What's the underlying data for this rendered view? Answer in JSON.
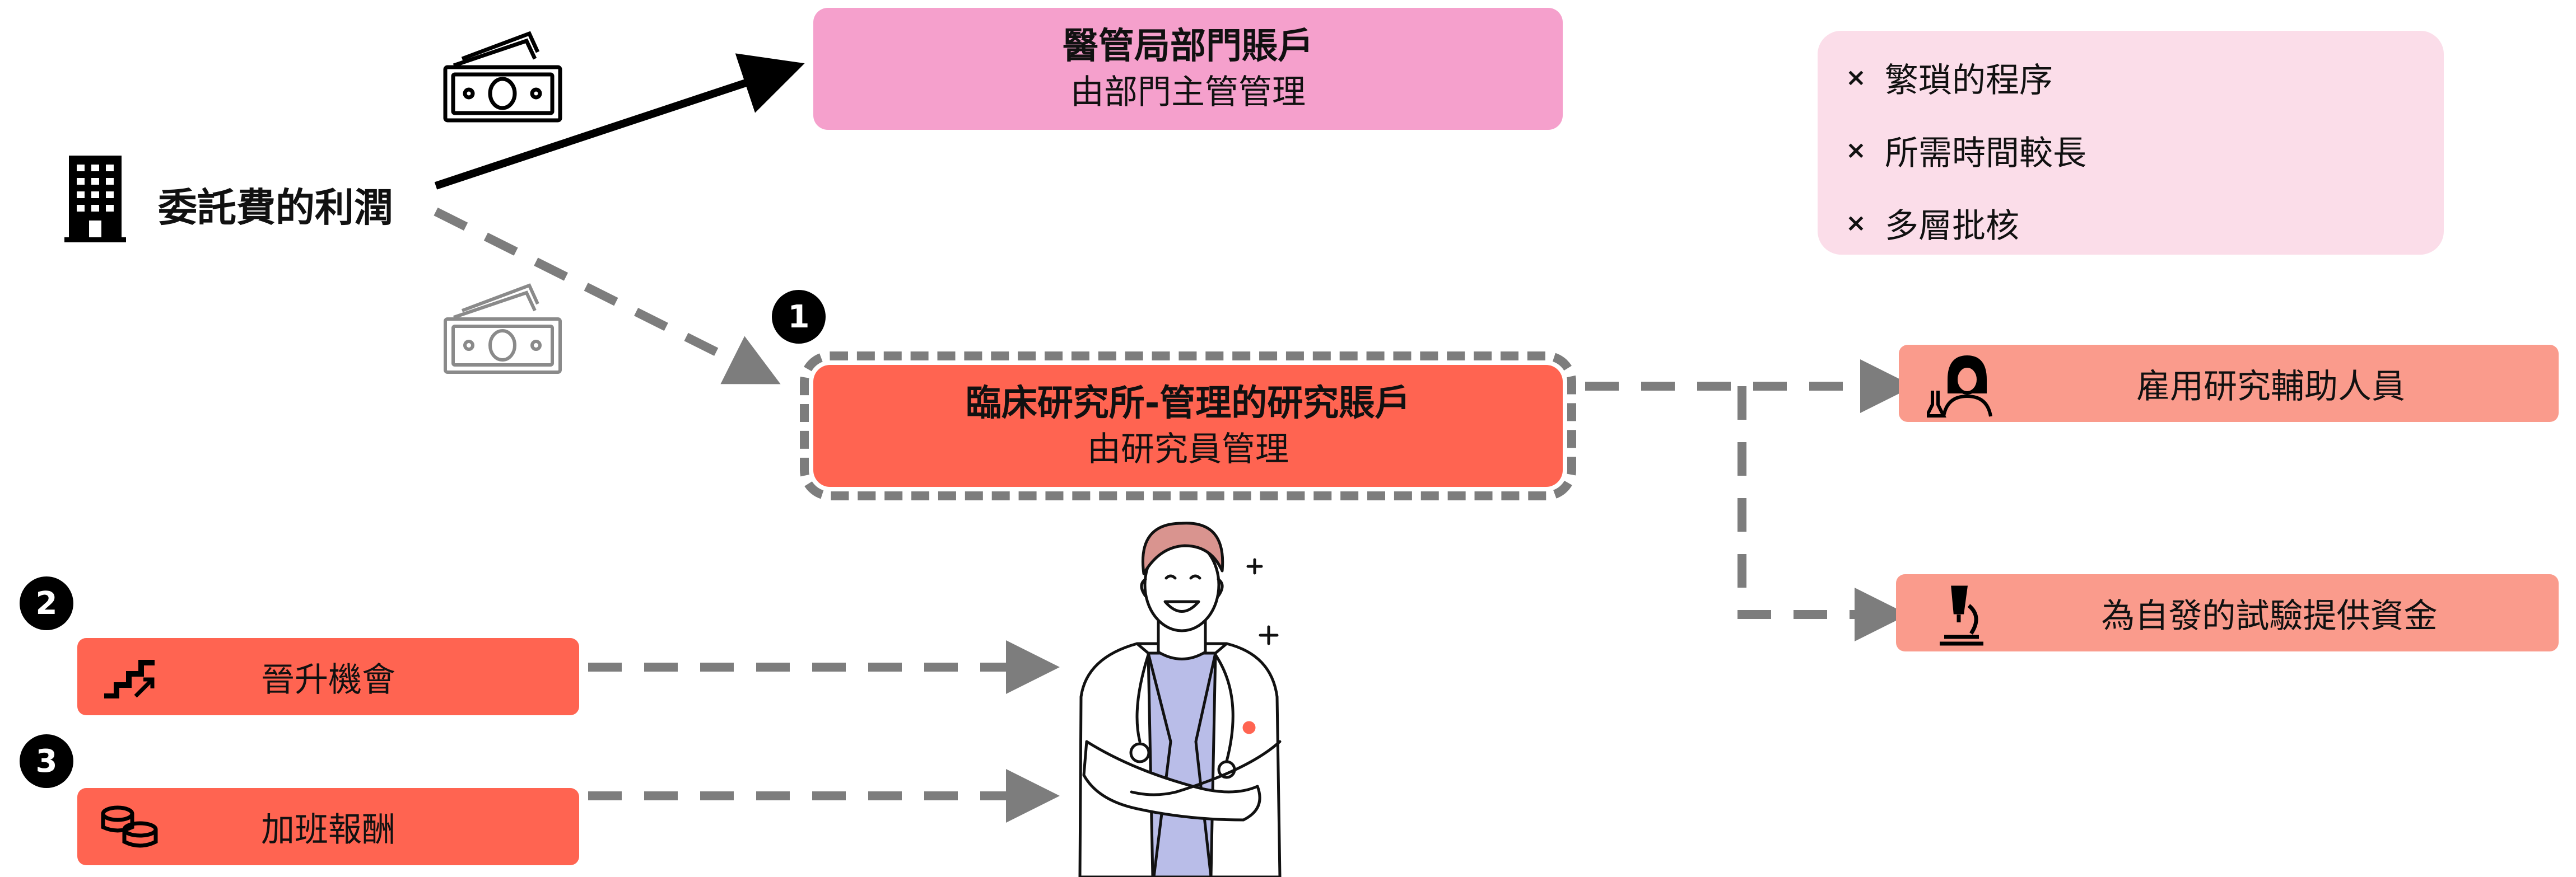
{
  "source": {
    "label": "委託費的利潤"
  },
  "hk_account": {
    "title": "醫管局部門賬戶",
    "subtitle": "由部門主管管理"
  },
  "research_account": {
    "marker": "1",
    "title": "臨床研究所-管理的研究賬戶",
    "subtitle": "由研究員管理"
  },
  "drawbacks": [
    "繁瑣的程序",
    "所需時間較長",
    "多層批核"
  ],
  "drawback_marker": "×",
  "uses": [
    {
      "label": "雇用研究輔助人員",
      "icon": "scientist-icon"
    },
    {
      "label": "為自發的試驗提供資金",
      "icon": "microscope-icon"
    }
  ],
  "benefits": [
    {
      "marker": "2",
      "label": "晉升機會",
      "icon": "stairs-up-icon"
    },
    {
      "marker": "3",
      "label": "加班報酬",
      "icon": "coins-icon"
    }
  ],
  "colors": {
    "hk_account": "#f5a0cc",
    "research_account": "#ff6451",
    "drawbacks_bg": "#fbdde9",
    "uses": "#fa9b8c",
    "benefits": "#ff6451",
    "dashed_arrow": "#7d7d7d"
  }
}
